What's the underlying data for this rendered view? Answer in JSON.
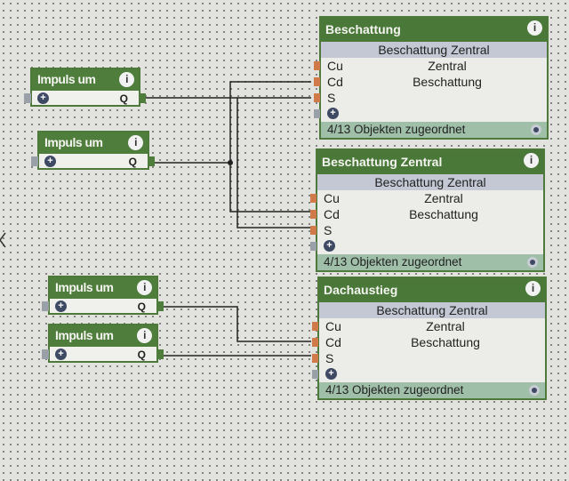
{
  "impulse_blocks": [
    {
      "title": "Impuls um",
      "output": "Q"
    },
    {
      "title": "Impuls um",
      "output": "Q"
    },
    {
      "title": "Impuls um",
      "output": "Q"
    },
    {
      "title": "Impuls um",
      "output": "Q"
    }
  ],
  "blocks": [
    {
      "title": "Beschattung",
      "subtitle": "Beschattung Zentral",
      "inputs": [
        "Cu",
        "Cd",
        "S"
      ],
      "values": [
        "Zentral",
        "Beschattung"
      ],
      "footer": "4/13 Objekten zugeordnet"
    },
    {
      "title": "Beschattung Zentral",
      "subtitle": "Beschattung Zentral",
      "inputs": [
        "Cu",
        "Cd",
        "S"
      ],
      "values": [
        "Zentral",
        "Beschattung"
      ],
      "footer": "4/13 Objekten zugeordnet"
    },
    {
      "title": "Dachaustieg",
      "subtitle": "Beschattung Zentral",
      "inputs": [
        "Cu",
        "Cd",
        "S"
      ],
      "values": [
        "Zentral",
        "Beschattung"
      ],
      "footer": "4/13 Objekten zugeordnet"
    }
  ],
  "icons": {
    "info": "i",
    "add": "+"
  }
}
